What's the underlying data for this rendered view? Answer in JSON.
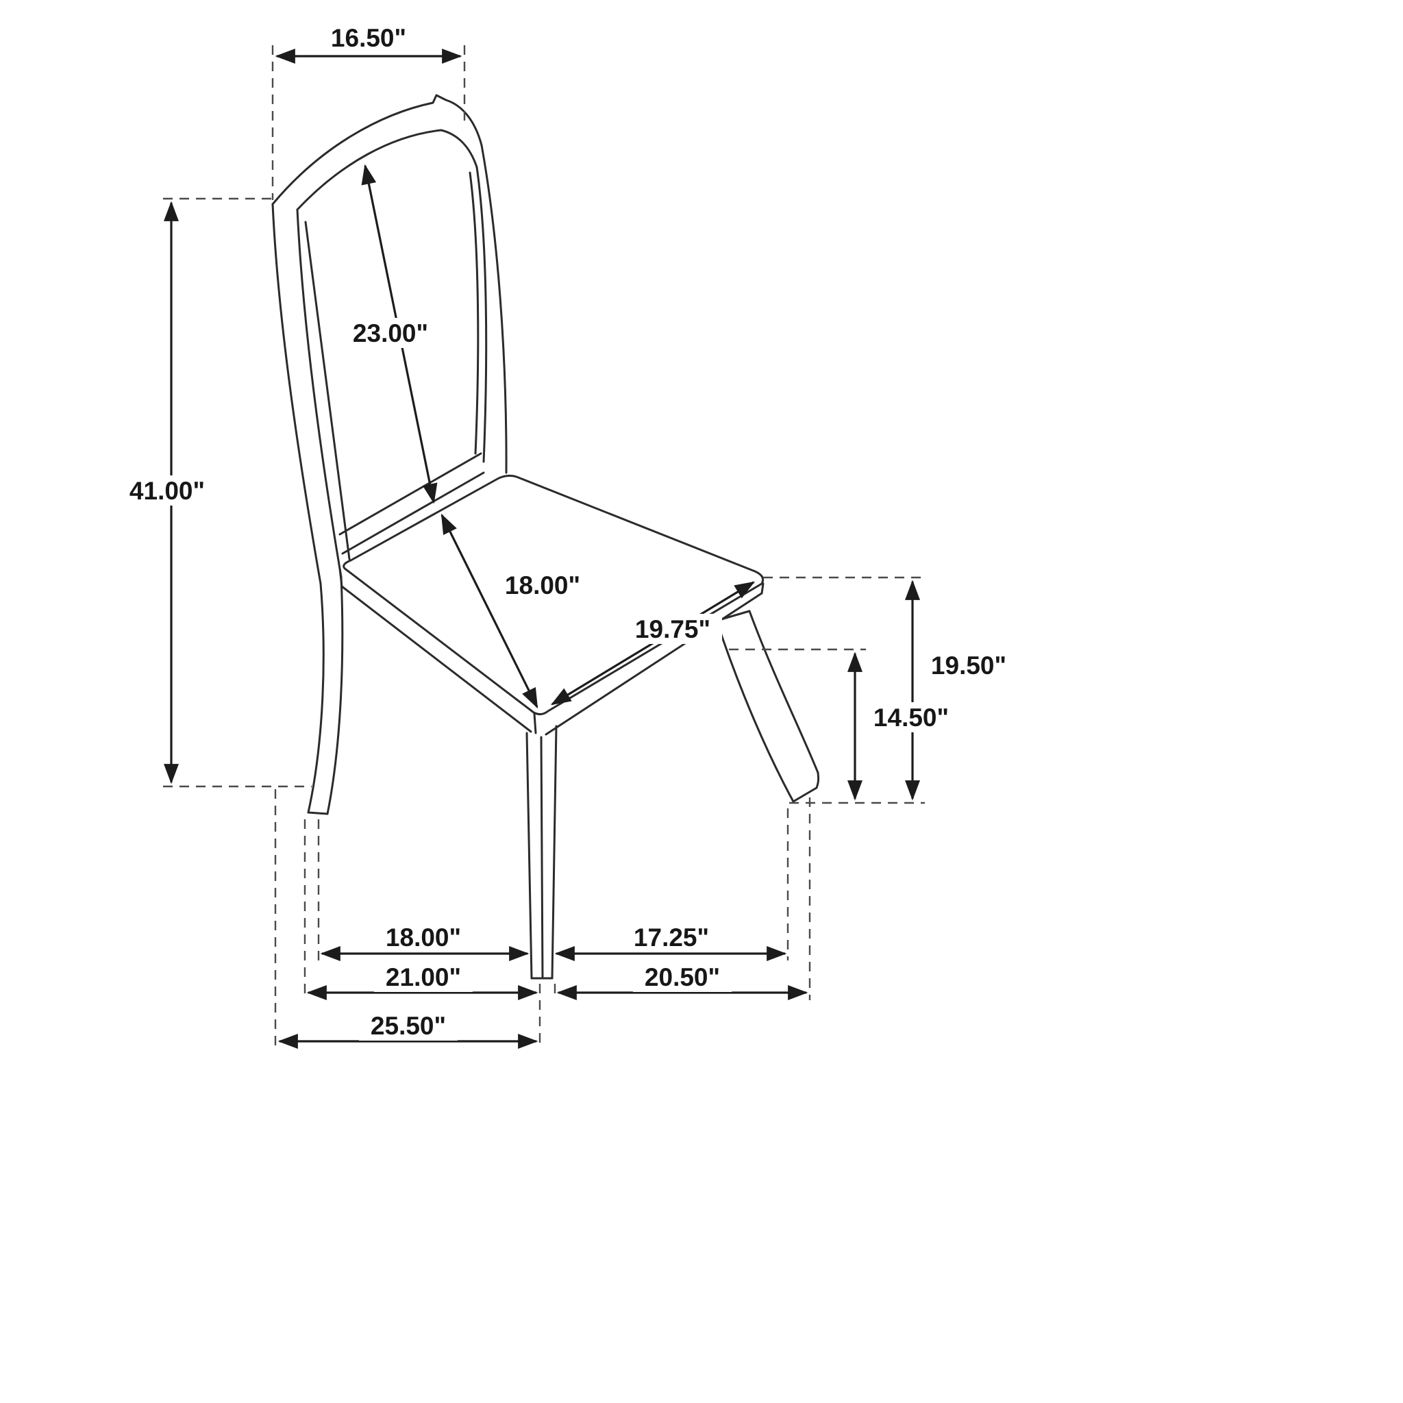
{
  "diagram": {
    "subject": "chair line drawing with dimension callouts",
    "labels": {
      "top_width": "16.50\"",
      "overall_height": "41.00\"",
      "back_height": "23.00\"",
      "seat_depth": "18.00\"",
      "seat_width": "19.75\"",
      "seat_height": "19.50\"",
      "leg_height": "14.50\"",
      "footprint_inner_depth": "18.00\"",
      "footprint_mid_depth": "21.00\"",
      "footprint_overall_depth": "25.50\"",
      "footprint_inner_width": "17.25\"",
      "footprint_outer_width": "20.50\""
    },
    "colors": {
      "line": "#2b2b2b",
      "dimension": "#1c1c1c",
      "extension": "#4a4a4a",
      "background": "#ffffff"
    }
  }
}
